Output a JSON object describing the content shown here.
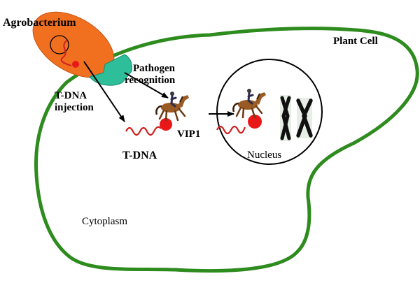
{
  "labels": {
    "agrobacterium": "Agrobacterium",
    "plant_cell": "Plant Cell",
    "pathogen": "Pathogen",
    "recognition": "recognition",
    "tdna_injection_1": "T-DNA",
    "tdna_injection_2": "injection",
    "vip1": "VIP1",
    "tdna": "T-DNA",
    "nucleus": "Nucleus",
    "cytoplasm": "Cytoplasm"
  },
  "colors": {
    "cell_membrane": "#2e8b1e",
    "agrobacterium_body": "#f07020",
    "injection_pilus": "#2ebf9a",
    "tdna_strand": "#d02020",
    "protein": "#e81818",
    "chromosome": "#101010"
  },
  "icons": {
    "rider": "horse-rider-icon",
    "chromosome": "chromosome-icon"
  }
}
